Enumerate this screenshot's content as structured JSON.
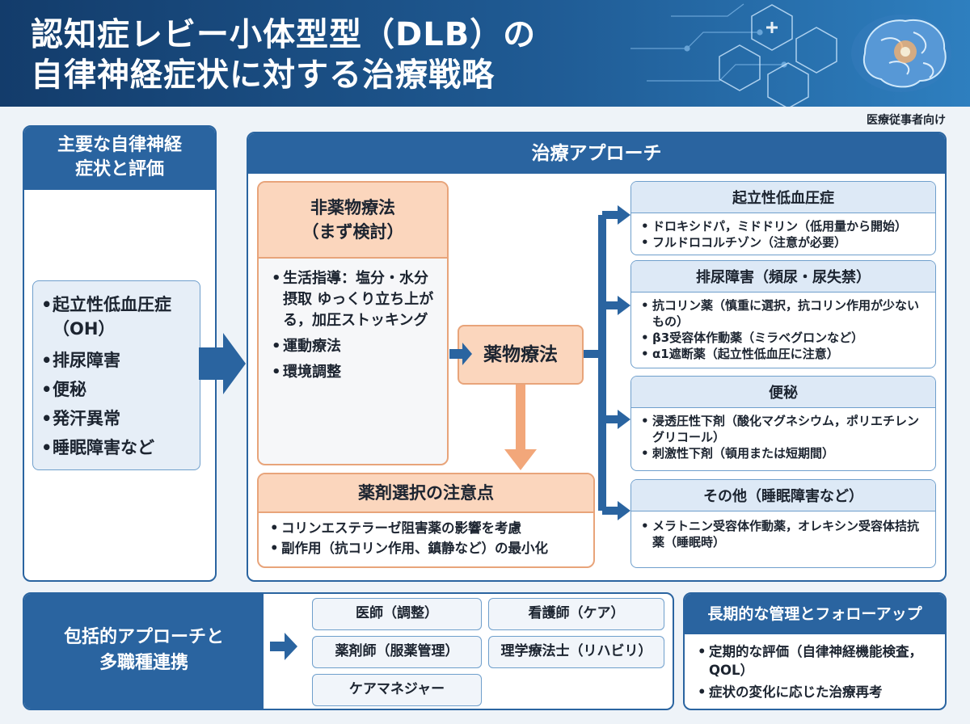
{
  "header": {
    "title_line1": "認知症レビー小体型型（DLB）の",
    "title_line2": "自律神経症状に対する治療戦略",
    "audience": "医療従事者向け"
  },
  "symptoms": {
    "heading_line1": "主要な自律神経",
    "heading_line2": "症状と評価",
    "items": [
      "起立性低血圧症（OH）",
      "排尿障害",
      "便秘",
      "発汗異常",
      "睡眠障害など"
    ]
  },
  "treatment": {
    "heading": "治療アプローチ",
    "non_drug": {
      "title_line1": "非薬物療法",
      "title_line2": "（まず検討）",
      "items": [
        "生活指導：塩分・水分摂取 ゆっくり立ち上がる，加圧ストッキング",
        "運動療法",
        "環境調整"
      ]
    },
    "drug_label": "薬物療法",
    "caution": {
      "title": "薬剤選択の注意点",
      "items": [
        "コリンエステラーゼ阻害薬の影響を考慮",
        "副作用（抗コリン作用、鎮静など）の最小化"
      ]
    },
    "categories": [
      {
        "title": "起立性低血圧症",
        "items": [
          "ドロキシドパ，ミドドリン（低用量から開始）",
          "フルドロコルチゾン（注意が必要）"
        ]
      },
      {
        "title": "排尿障害（頻尿・尿失禁）",
        "items": [
          "抗コリン薬（慎重に選択，抗コリン作用が少ないもの）",
          "β3受容体作動薬（ミラベグロンなど）",
          "α1遮断薬（起立性低血圧に注意）"
        ]
      },
      {
        "title": "便秘",
        "items": [
          "浸透圧性下剤（酸化マグネシウム，ポリエチレングリコール）",
          "刺激性下剤（頓用または短期間）"
        ]
      },
      {
        "title": "その他（睡眠障害など）",
        "items": [
          "メラトニン受容体作動薬，オレキシン受容体拮抗薬（睡眠時）"
        ]
      }
    ]
  },
  "team": {
    "heading_line1": "包括的アプローチと",
    "heading_line2": "多職種連携",
    "roles": [
      "医師（調整）",
      "看護師（ケア）",
      "薬剤師（服薬管理）",
      "理学療法士（リハビリ）",
      "ケアマネジャー"
    ]
  },
  "followup": {
    "heading": "長期的な管理とフォローアップ",
    "items": [
      "定期的な評価（自律神経機能検査，QOL）",
      "症状の変化に応じた治療再考"
    ]
  },
  "colors": {
    "primary": "#2a64a0",
    "orange": "#f2a77a",
    "light_blue": "#dde9f6"
  }
}
